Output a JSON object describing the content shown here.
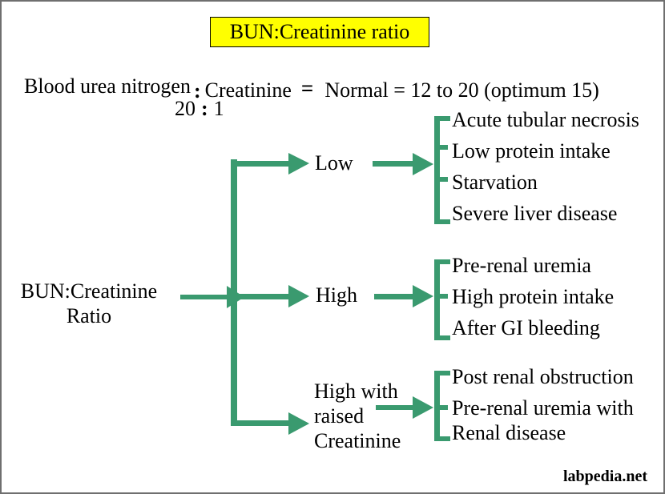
{
  "title": "BUN:Creatinine ratio",
  "formula": {
    "lhs": "Blood urea nitrogen",
    "colon": ":",
    "rhs": "Creatinine",
    "equals": "=",
    "normal": "Normal = 12 to 20 (optimum 15)",
    "ratio_left": "20",
    "ratio_colon": ":",
    "ratio_right": "1"
  },
  "tree": {
    "root": {
      "line1": "BUN:Creatinine",
      "line2": "Ratio"
    },
    "branches": [
      {
        "label": "Low",
        "items": [
          "Acute tubular necrosis",
          "Low protein intake",
          "Starvation",
          "Severe liver disease"
        ]
      },
      {
        "label": "High",
        "items": [
          "Pre-renal uremia",
          "High protein intake",
          "After GI bleeding"
        ]
      },
      {
        "label": "High with raised Creatinine",
        "items": [
          "Post renal obstruction",
          "Pre-renal uremia with Renal disease"
        ]
      }
    ]
  },
  "watermark": "labpedia.net",
  "colors": {
    "accent": "#3A9A6F",
    "title_bg": "#FFFF00",
    "title_border": "#000000",
    "text": "#000000",
    "frame": "#6F6F6F",
    "page_bg": "#FFFFFF"
  }
}
